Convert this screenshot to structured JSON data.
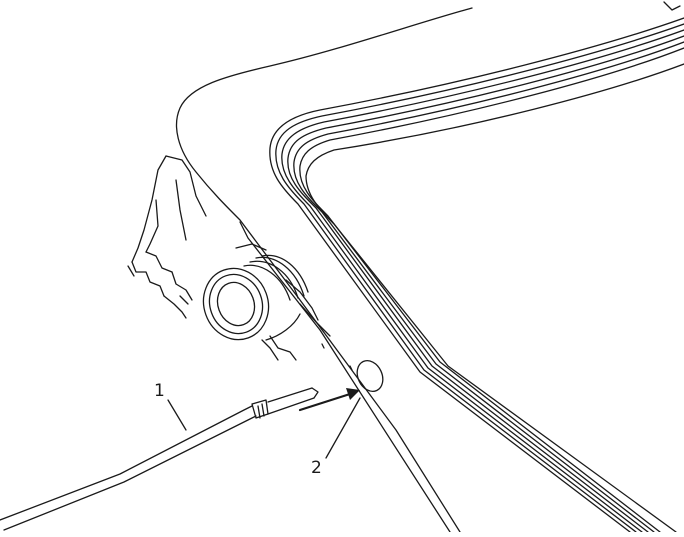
{
  "illustration": {
    "line_color": "#1a1a1a",
    "fill_color": "#ffffff",
    "callouts": [
      {
        "id": "1",
        "label": "1"
      },
      {
        "id": "2",
        "label": "2"
      }
    ]
  }
}
